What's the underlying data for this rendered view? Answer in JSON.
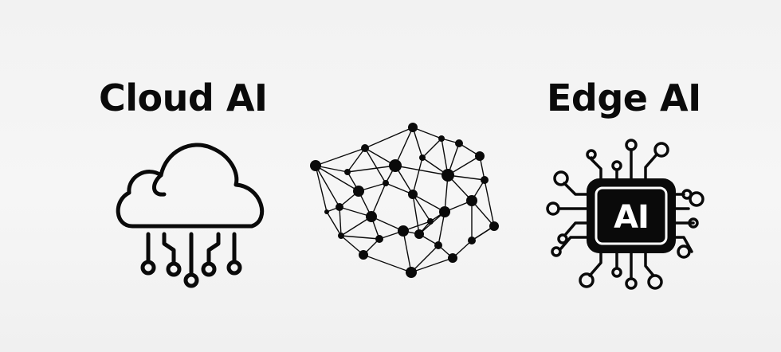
{
  "headings": {
    "left": "Cloud AI",
    "right": "Edge AI"
  },
  "icons": {
    "left": "cloud-circuit-icon",
    "center": "neural-network-icon",
    "right": "ai-chip-icon"
  },
  "chip": {
    "label": "AI"
  },
  "colors": {
    "ink": "#0a0a0a",
    "background": "#f4f4f4",
    "chip_text": "#ffffff"
  }
}
